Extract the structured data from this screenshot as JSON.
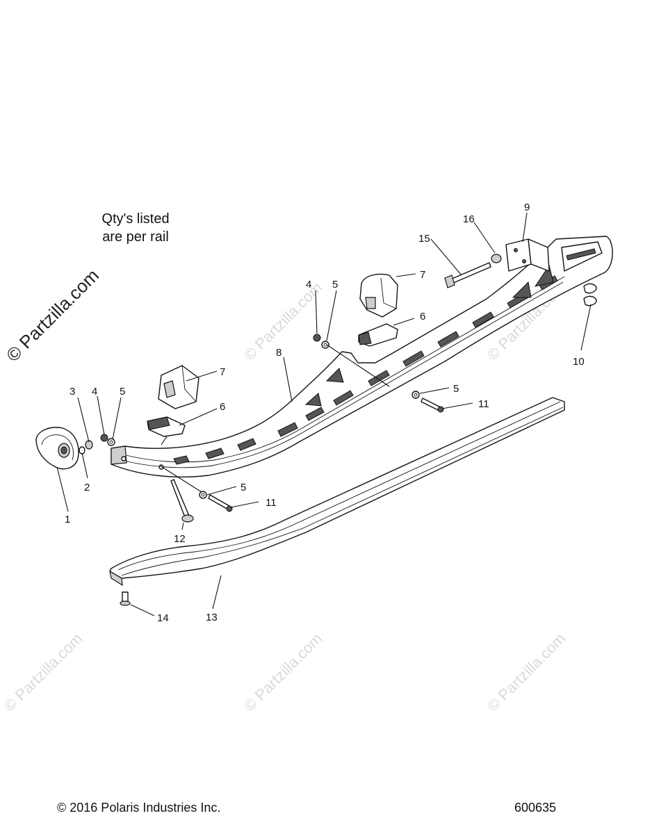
{
  "note": {
    "line1": "Qty's listed",
    "line2": "are per rail"
  },
  "footer": {
    "copyright": "© 2016 Polaris Industries Inc.",
    "figure_number": "600635"
  },
  "watermark": {
    "text": "© Partzilla.com"
  },
  "callouts": {
    "c1": "1",
    "c2": "2",
    "c3": "3",
    "c4a": "4",
    "c5a": "5",
    "c6a": "6",
    "c7a": "7",
    "c8": "8",
    "c5b": "5",
    "c11a": "11",
    "c12": "12",
    "c13": "13",
    "c14": "14",
    "c4b": "4",
    "c5c": "5",
    "c7b": "7",
    "c6b": "6",
    "c15": "15",
    "c16": "16",
    "c9": "9",
    "c10": "10",
    "c5d": "5",
    "c11b": "11"
  }
}
